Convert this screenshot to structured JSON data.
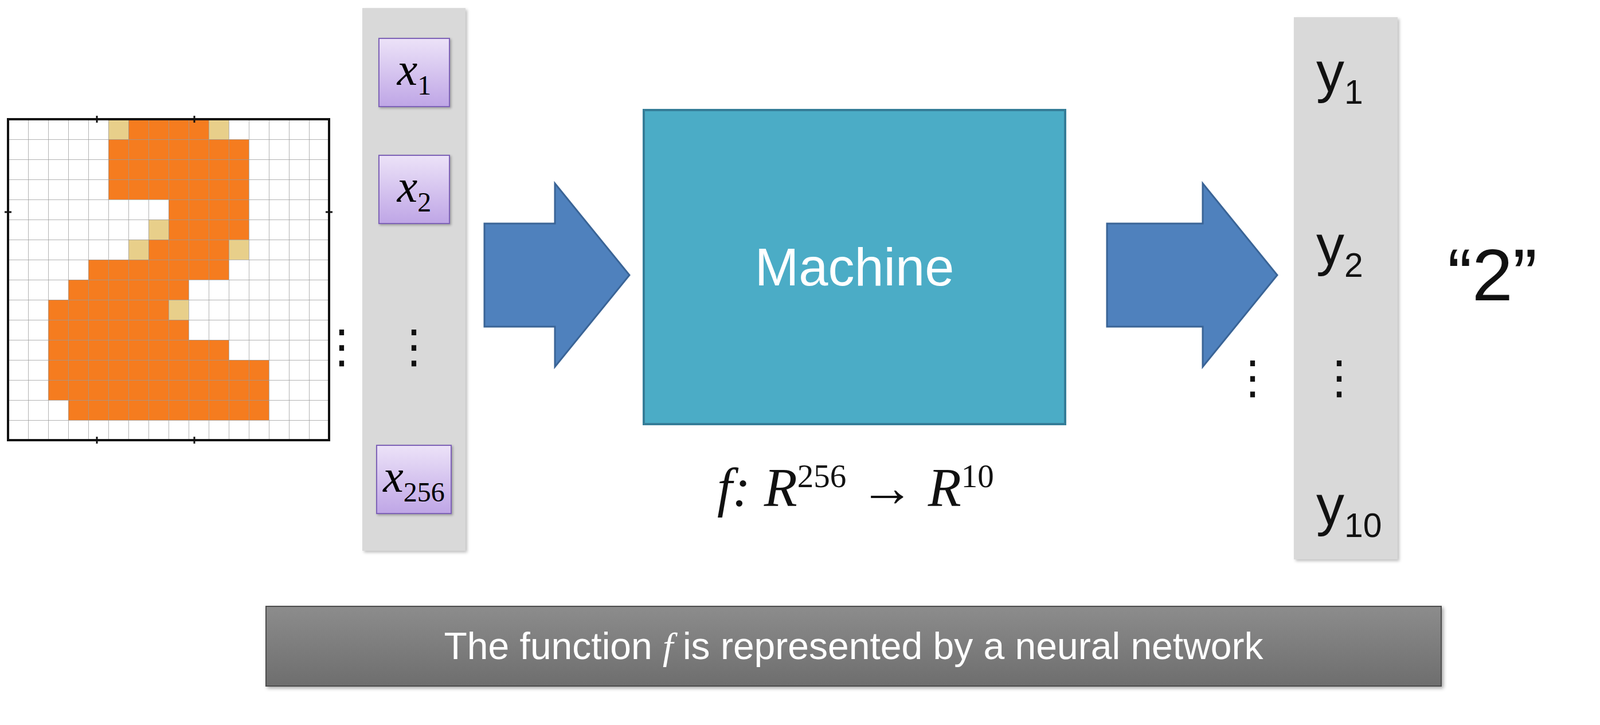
{
  "diagram": {
    "nodes": [
      {
        "text": [
          "⋮"
        ]
      },
      {
        "text": [
          "x1"
        ],
        "in": 0
      },
      {
        "text": [
          "x2"
        ],
        "in": 0
      },
      {
        "text": [
          "x256"
        ],
        "in": 0
      },
      {
        "text": [
          "Machine"
        ]
      },
      {
        "text": [
          "y1",
          "y2",
          "⋮",
          "y10"
        ]
      },
      {
        "text": [
          "The function f is represented by a neural network"
        ]
      }
    ],
    "edges": [
      {
        "from": 0,
        "to": 4,
        "arrow": "to"
      },
      {
        "from": 4,
        "to": 5,
        "arrow": "to"
      }
    ],
    "labels": [
      "f: R256 → R10",
      "⋮",
      "⋮",
      "“2”"
    ]
  }
}
